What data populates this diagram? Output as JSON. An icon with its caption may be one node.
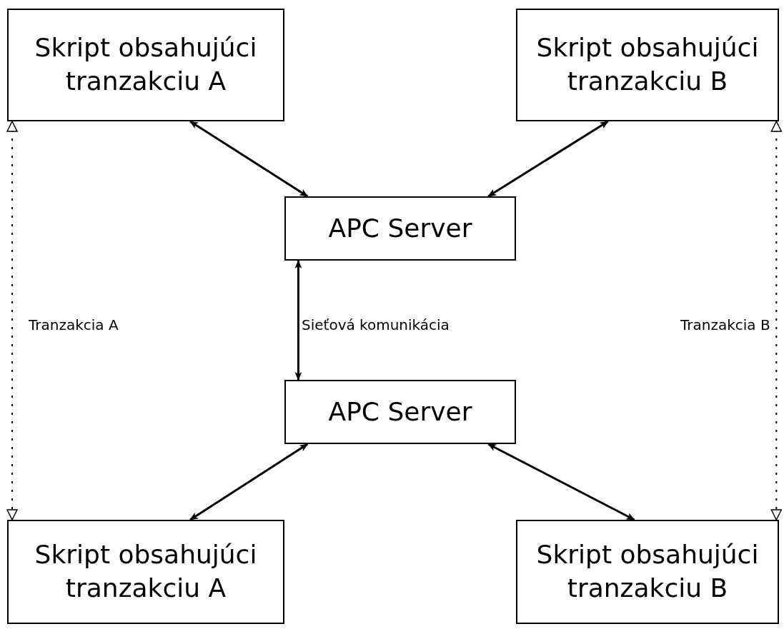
{
  "diagram": {
    "nodes": [
      {
        "text": [
          "Skript obsahujúci tranzakciu A"
        ]
      },
      {
        "text": [
          "Skript obsahujúci tranzakciu B"
        ]
      },
      {
        "text": [
          "APC Server"
        ]
      },
      {
        "text": [
          "APC Server"
        ]
      },
      {
        "text": [
          "Skript obsahujúci tranzakciu A"
        ]
      },
      {
        "text": [
          "Skript obsahujúci tranzakciu B"
        ]
      }
    ],
    "edges": [
      {
        "from": 0,
        "to": 2,
        "arrow": "both"
      },
      {
        "from": 1,
        "to": 2,
        "arrow": "both"
      },
      {
        "from": 2,
        "to": 3,
        "arrow": "both",
        "label": "Sieťová komunikácia"
      },
      {
        "from": 3,
        "to": 4,
        "arrow": "both"
      },
      {
        "from": 3,
        "to": 5,
        "arrow": "both"
      },
      {
        "from": 0,
        "to": 4,
        "arrow": "both",
        "style": "dashed",
        "label": "Tranzakcia A"
      },
      {
        "from": 1,
        "to": 5,
        "arrow": "both",
        "style": "dashed",
        "label": "Tranzakcia B"
      }
    ]
  }
}
